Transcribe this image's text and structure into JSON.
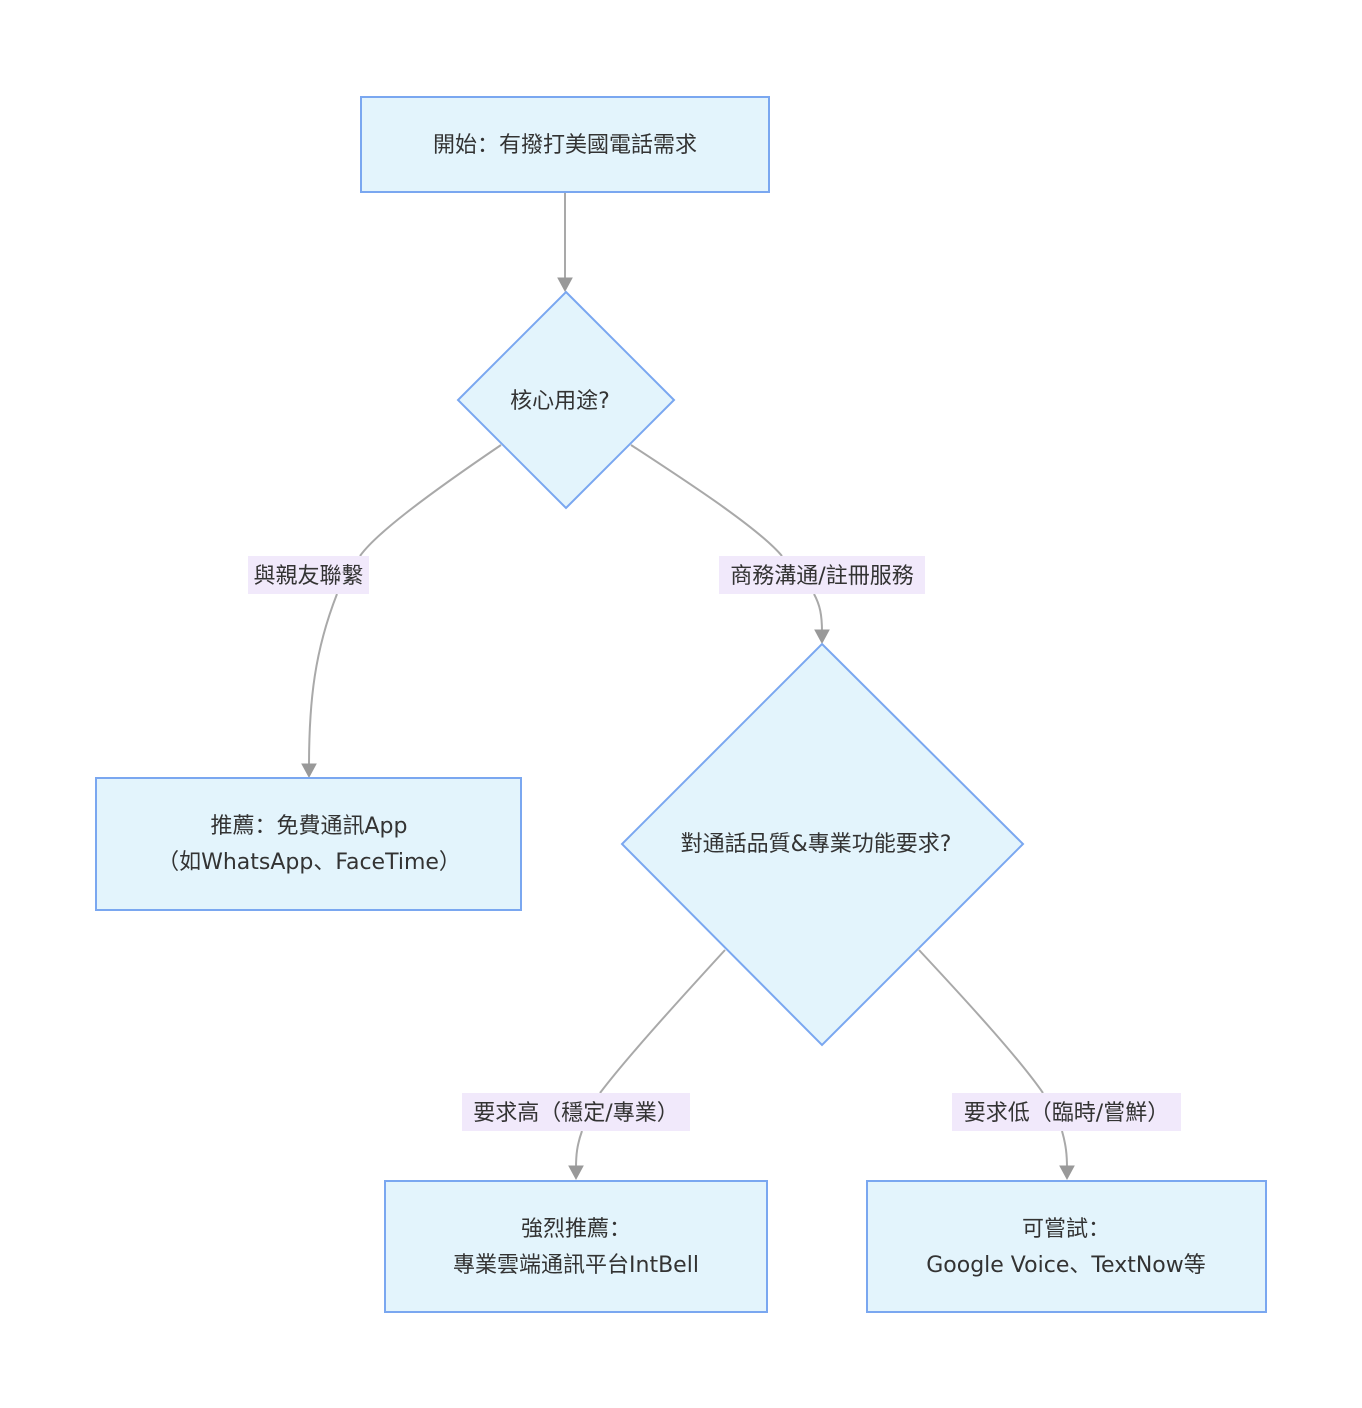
{
  "nodes": {
    "start": {
      "text": "開始：有撥打美國電話需求"
    },
    "decision_use": {
      "text": "核心用途?"
    },
    "free_apps": {
      "line1": "推薦：免費通訊App",
      "line2": "（如WhatsApp、FaceTime）"
    },
    "decision_quality": {
      "text": "對通話品質&專業功能要求?"
    },
    "intbell": {
      "line1": "強烈推薦：",
      "line2": "專業雲端通訊平台IntBell"
    },
    "others": {
      "line1": "可嘗試：",
      "line2": "Google Voice、TextNow等"
    }
  },
  "edges": {
    "friends": {
      "label": "與親友聯繫"
    },
    "business": {
      "label": "商務溝通/註冊服務"
    },
    "high": {
      "label": "要求高（穩定/專業）"
    },
    "low": {
      "label": "要求低（臨時/嘗鮮）"
    }
  },
  "colors": {
    "node_fill": "#e3f4fc",
    "node_stroke": "#7aa7f0",
    "edge": "#a9a9a9",
    "edge_label_bg": "#f1e9fb",
    "text": "#333333"
  }
}
